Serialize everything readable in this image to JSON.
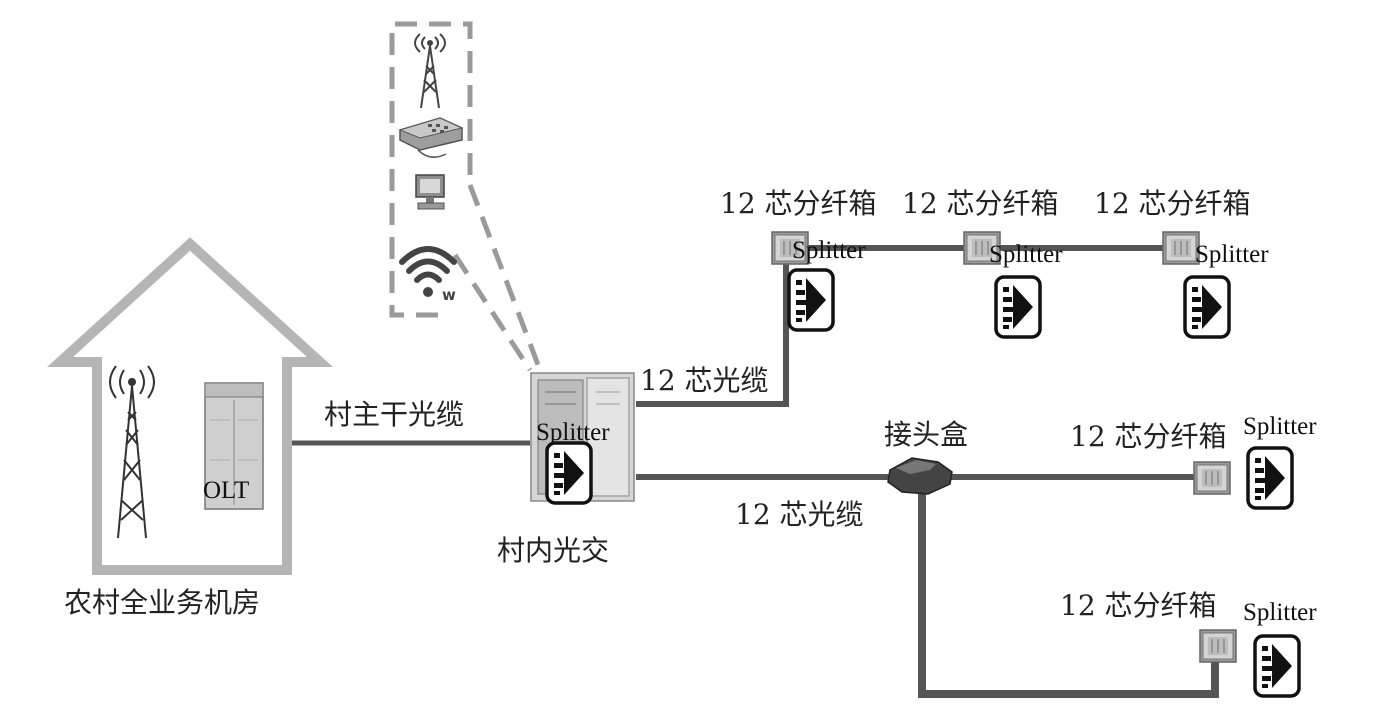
{
  "labels": {
    "room": "农村全业务机房",
    "olt": "OLT",
    "trunk_cable": "村主干光缆",
    "splitter": "Splitter",
    "village_cabinet": "村内光交",
    "cable_12_upper": "12 芯光缆",
    "cable_12_lower": "12 芯光缆",
    "joint_box": "接头盒",
    "box_12": "12 芯分纤箱"
  },
  "terminal_icons": [
    "tower-icon",
    "telephone-icon",
    "computer-icon",
    "wifi-icon"
  ],
  "wifi_mark": "w",
  "colors": {
    "line": "#555555",
    "house": "#b5b5b5",
    "dashed": "#9a9a9a",
    "equipment": "#cfcfcf"
  }
}
